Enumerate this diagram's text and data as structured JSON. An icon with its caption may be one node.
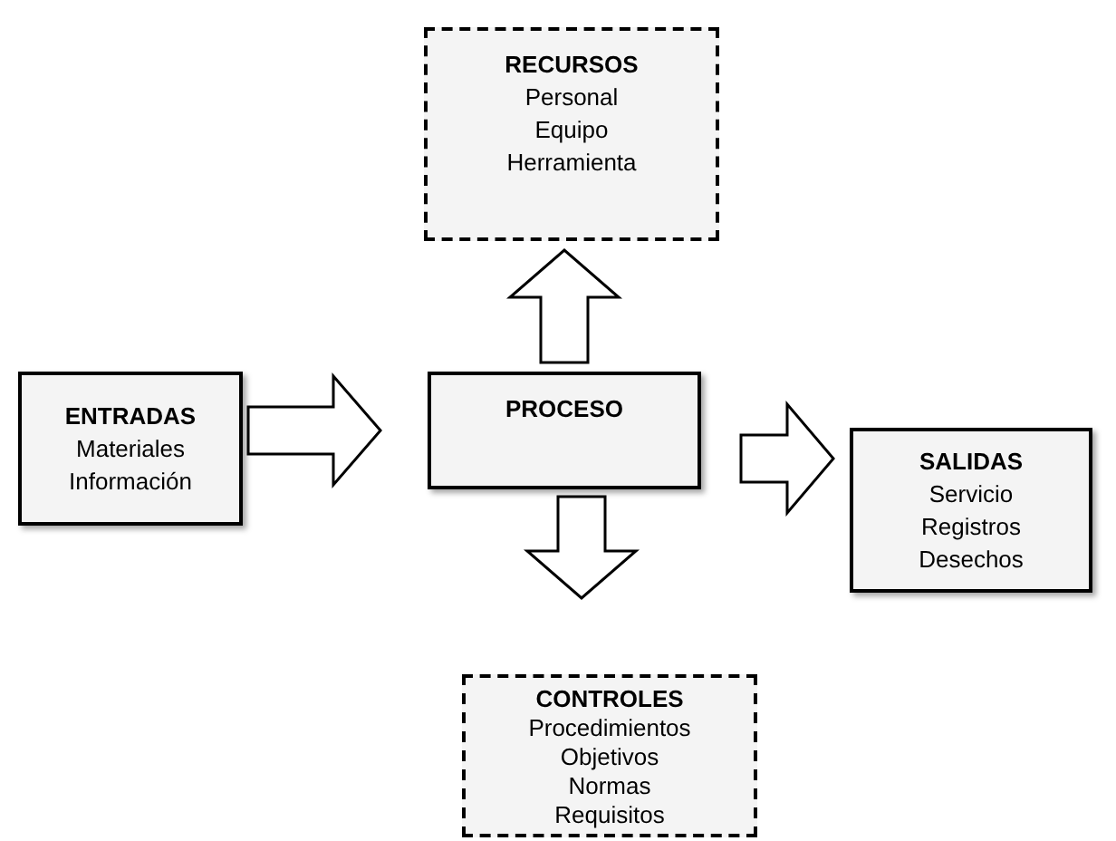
{
  "diagram": {
    "nodes": [
      {
        "text": [
          "RECURSOS",
          "Personal",
          "Equipo",
          "Herramienta"
        ]
      },
      {
        "text": [
          "ENTRADAS",
          "Materiales",
          "Información"
        ]
      },
      {
        "text": [
          "PROCESO"
        ]
      },
      {
        "text": [
          "SALIDAS",
          "Servicio",
          "Registros",
          "Desechos"
        ]
      },
      {
        "text": [
          "CONTROLES",
          "Procedimientos",
          "Objetivos",
          "Normas",
          "Requisitos"
        ]
      }
    ],
    "edges": [
      {
        "from": 1,
        "to": 2,
        "arrow": "to"
      },
      {
        "from": 2,
        "to": 0,
        "arrow": "to"
      },
      {
        "from": 2,
        "to": 3,
        "arrow": "to"
      },
      {
        "from": 2,
        "to": 4,
        "arrow": "to"
      }
    ]
  }
}
